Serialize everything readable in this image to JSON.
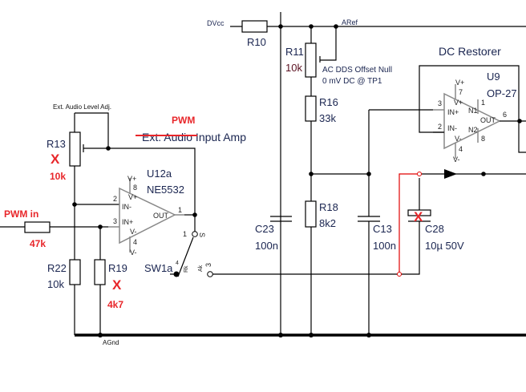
{
  "labels": {
    "dvcc": "DVcc",
    "r10": "R10",
    "aref": "ARef",
    "r11": "R11",
    "r11_val": "10k",
    "offset_null": "AC DDS Offset Null",
    "tp1": "0 mV DC @ TP1",
    "r16": "R16",
    "r16_val": "33k",
    "r18": "R18",
    "r18_val": "8k2",
    "c23": "C23",
    "c23_val": "100n",
    "c13": "C13",
    "c13_val": "100n",
    "c28": "C28",
    "c28_val": "10µ 50V",
    "dc_restorer": "DC Restorer",
    "u9": "U9",
    "u9_part": "OP-27",
    "level_adj": "Ext. Audio Level Adj.",
    "r13": "R13",
    "r13_val": "10k",
    "pwm": "PWM",
    "amp_struck": "Ext. Audio",
    "amp_rest": " Input Amp",
    "u12a": "U12a",
    "u12a_part": "NE5532",
    "pwm_in": "PWM in",
    "r_in_val": "47k",
    "r22": "R22",
    "r22_val": "10k",
    "r19": "R19",
    "r19_val": "4k7",
    "sw1a": "SW1a",
    "agnd": "AGnd",
    "x_mark": "X"
  },
  "u12a_pins": {
    "vp": "V+",
    "p8": "8",
    "vp2": "V+",
    "p2": "2",
    "inm": "IN-",
    "p3": "3",
    "inp": "IN+",
    "out": "OUT",
    "p1": "1",
    "vm": "V-",
    "p4": "4",
    "vm2": "V-"
  },
  "u9_pins": {
    "vp": "V+",
    "p7": "7",
    "vp2": "V+",
    "p3": "3",
    "inp": "IN+",
    "p2": "2",
    "inm": "IN-",
    "n1": "N1",
    "p1": "1",
    "out": "OUT",
    "n2": "N2",
    "p6": "6",
    "vm2": "V-",
    "p8": "8",
    "p4": "4",
    "vm": "V-"
  },
  "switch_pins": {
    "s1": "1",
    "s2": "S",
    "s3": "3",
    "s4": "4",
    "rk": "Rk",
    "ak": "Ak"
  },
  "colors": {
    "annotation": "#e8262a",
    "wire": "#000000",
    "text": "#1a2550"
  }
}
